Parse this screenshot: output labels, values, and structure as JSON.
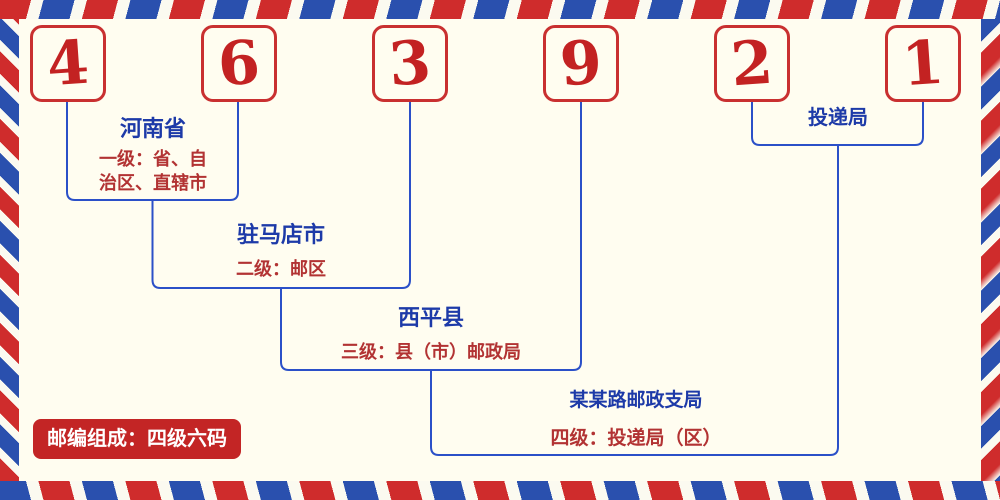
{
  "postal_code": {
    "digits": [
      "4",
      "6",
      "3",
      "9",
      "2",
      "1"
    ]
  },
  "levels": {
    "level1": {
      "name": "河南省",
      "desc_line1": "一级：省、自",
      "desc_line2": "治区、直辖市"
    },
    "level2": {
      "name": "驻马店市",
      "desc": "二级：邮区"
    },
    "level3": {
      "name": "西平县",
      "desc": "三级：县（市）邮政局"
    },
    "level4": {
      "name": "某某路邮政支局",
      "desc": "四级：投递局（区）"
    },
    "delivery": {
      "name": "投递局"
    }
  },
  "footer": {
    "badge": "邮编组成：四级六码"
  },
  "colors": {
    "background": "#fffdf0",
    "digit_red": "#c32222",
    "digit_box_border": "#c93030",
    "heading_blue": "#1d3aa8",
    "desc_red": "#b23333",
    "line_blue": "#2b50c8",
    "badge_bg": "#c32525",
    "badge_text": "#ffffff",
    "stripe_red": "#cf2c2c",
    "stripe_blue": "#2a50ae"
  }
}
